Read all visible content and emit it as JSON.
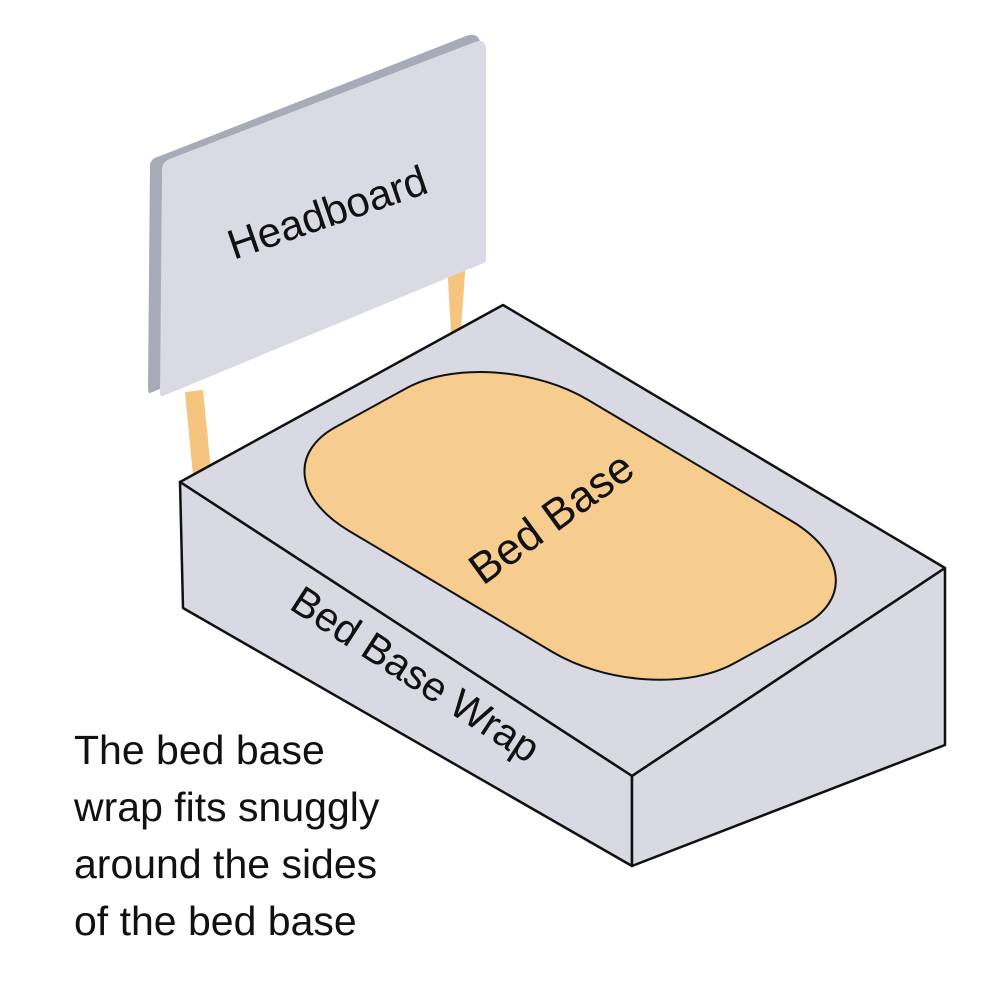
{
  "labels": {
    "headboard": "Headboard",
    "bed_base": "Bed Base",
    "bed_base_wrap": "Bed Base Wrap"
  },
  "caption": {
    "lines": [
      "The bed base",
      "wrap fits snuggly",
      "around the sides",
      "of the bed base"
    ]
  },
  "colors": {
    "wrap_gray": "#d8d9e3",
    "headboard_edge": "#a8abb7",
    "bed_base_orange": "#f7cc8f",
    "leg_orange": "#f5c47e",
    "outline": "#111111"
  }
}
